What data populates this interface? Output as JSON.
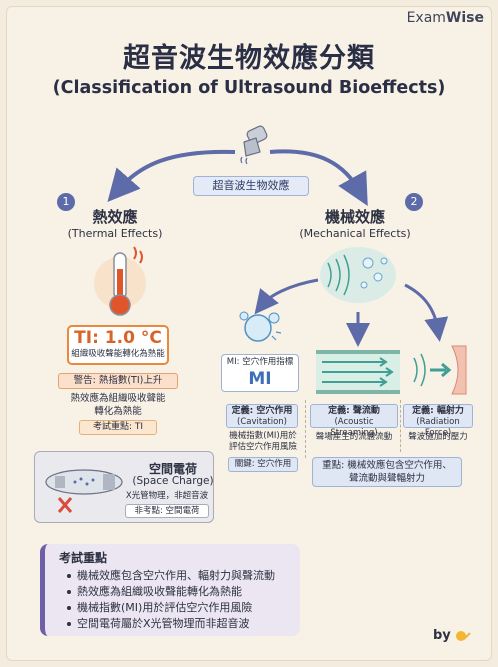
{
  "brand": {
    "prefix": "Exam",
    "suffix": "Wise"
  },
  "title": "超音波生物效應分類",
  "subtitle": "(Classification of Ultrasound Bioeffects)",
  "center_label": "超音波生物效應",
  "thermal": {
    "number": "1",
    "title": "熱效應",
    "subtitle": "(Thermal Effects)",
    "ti_value": "TI: 1.0 °C",
    "ti_desc": "組織吸收聲能轉化為熱能",
    "warning": "警告: 熱指數(TI)上升",
    "note_line1": "熱效應為組織吸收聲能",
    "note_line2": "轉化為熱能",
    "exam_tag": "考試重點: TI"
  },
  "space_charge": {
    "title": "空間電荷",
    "subtitle": "(Space Charge)",
    "desc": "X光管物理，非超音波",
    "tag": "非考點: 空間電荷"
  },
  "mechanical": {
    "number": "2",
    "title": "機械效應",
    "subtitle": "(Mechanical Effects)",
    "mi_caption": "MI: 空穴作用指標",
    "mi_value": "MI",
    "cavitation": {
      "title": "定義: 空穴作用",
      "sub": "(Cavitation)"
    },
    "streaming": {
      "title": "定義: 聲流動",
      "sub": "(Acoustic Streaming)"
    },
    "radiation": {
      "title": "定義: 輻射力",
      "sub": "(Radiation Force)"
    },
    "cav_note_line1": "機械指數(MI)用於",
    "cav_note_line2": "評估空穴作用風險",
    "stream_note": "聲場產生的流體流動",
    "rad_note": "聲波施加的壓力",
    "cav_key": "關鍵: 空穴作用",
    "mech_key_line1": "重點: 機械效應包含空穴作用、",
    "mech_key_line2": "聲流動與聲輻射力"
  },
  "summary": {
    "title": "考試重點",
    "items": [
      "機械效應包含空穴作用、輻射力與聲流動",
      "熱效應為組織吸收聲能轉化為熱能",
      "機械指數(MI)用於評估空穴作用風險",
      "空間電荷屬於X光管物理而非超音波"
    ]
  },
  "byline": "by",
  "colors": {
    "thermal_accent": "#e8893d",
    "mechanical_accent": "#5d6ba8",
    "summary_accent": "#6f5ea8"
  }
}
